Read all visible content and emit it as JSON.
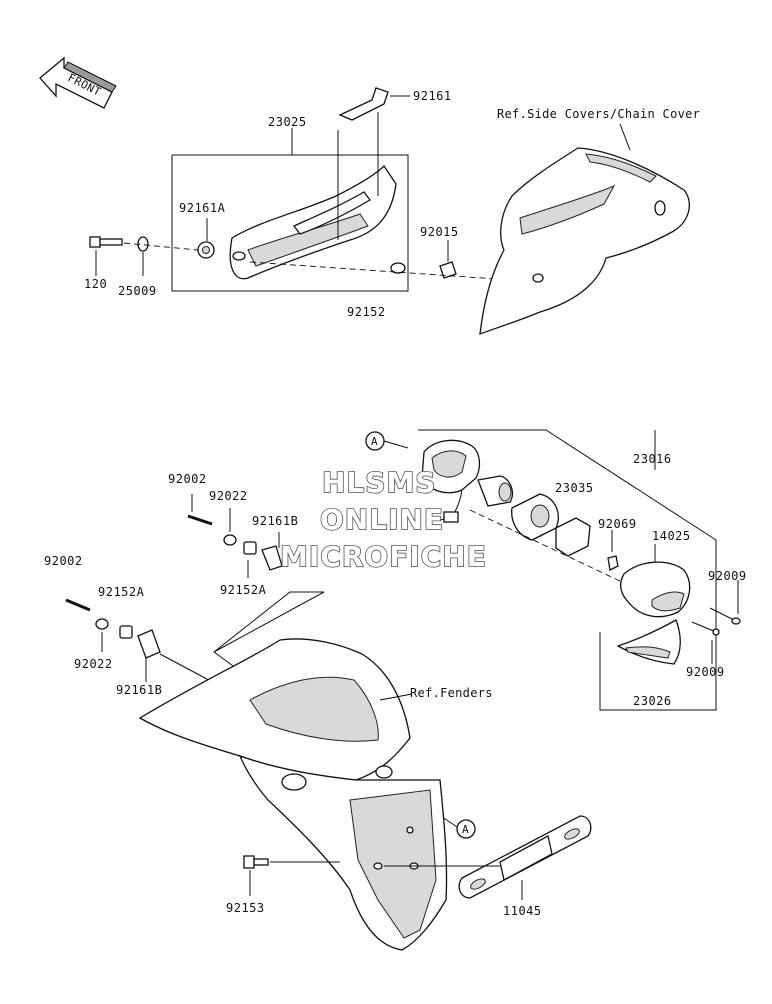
{
  "diagram": {
    "front_indicator": "FRONT",
    "reference_notes": {
      "side_covers": "Ref.Side Covers/Chain Cover",
      "fenders": "Ref.Fenders"
    },
    "callout_markers": [
      "A",
      "A"
    ],
    "watermark": [
      "HLSMS",
      "ONLINE",
      "MICROFICHE"
    ],
    "part_numbers": {
      "p92161": "92161",
      "p23025": "23025",
      "p92161A": "92161A",
      "p92015": "92015",
      "p120": "120",
      "p25009": "25009",
      "p92152": "92152",
      "p23016": "23016",
      "p23035": "23035",
      "p92002_a": "92002",
      "p92022_a": "92022",
      "p92161B_a": "92161B",
      "p92152A_a": "92152A",
      "p92002_b": "92002",
      "p92152A_b": "92152A",
      "p92022_b": "92022",
      "p92161B_b": "92161B",
      "p92069": "92069",
      "p14025": "14025",
      "p92009_a": "92009",
      "p92009_b": "92009",
      "p23026": "23026",
      "p92153": "92153",
      "p11045": "11045"
    }
  }
}
